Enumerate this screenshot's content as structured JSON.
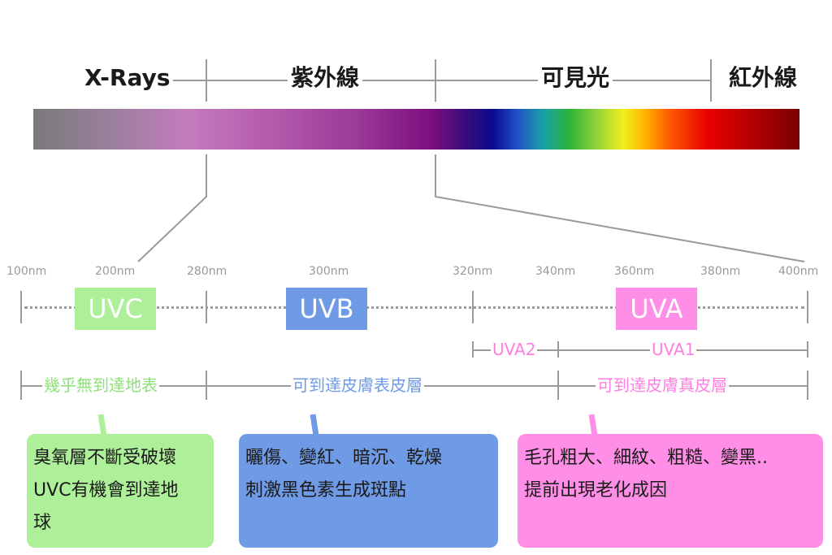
{
  "bands": {
    "xrays": "X-Rays",
    "uv": "紫外線",
    "visible": "可見光",
    "infrared": "紅外線"
  },
  "wavelengths": [
    "100nm",
    "200nm",
    "280nm",
    "300nm",
    "320nm",
    "340nm",
    "360nm",
    "380nm",
    "400nm"
  ],
  "uv_types": {
    "uvc": "UVC",
    "uvb": "UVB",
    "uva": "UVA",
    "uva2": "UVA2",
    "uva1": "UVA1"
  },
  "penetration": {
    "uvc": "幾乎無到達地表",
    "uvb": "可到達皮膚表皮層",
    "uva": "可到達皮膚真皮層"
  },
  "effects": {
    "uvc": "臭氧層不斷受破壞\nUVC有機會到達地\n球",
    "uvb": "曬傷、變紅、暗沉、乾燥\n刺激黑色素生成斑點",
    "uva": "毛孔粗大、細紋、粗糙、變黑..\n提前出現老化成因"
  },
  "colors": {
    "uvc": "#aef09a",
    "uvb": "#6f9ae6",
    "uva": "#ff8ee6",
    "line": "#9a9a9a"
  }
}
